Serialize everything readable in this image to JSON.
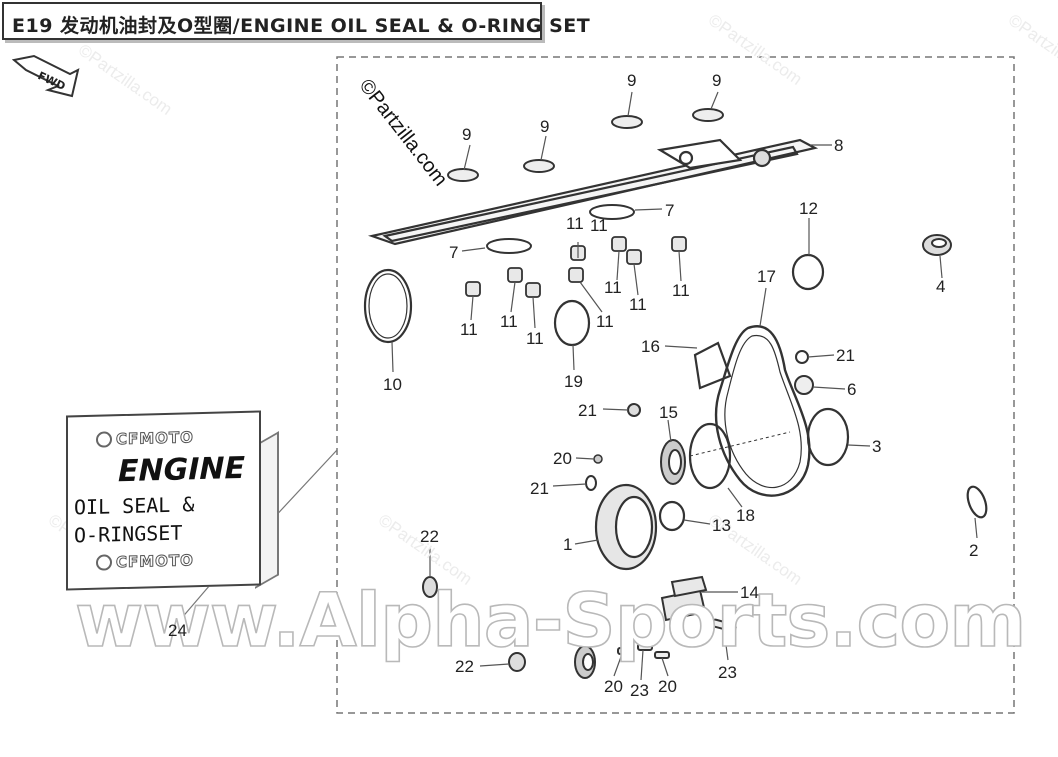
{
  "title": "E19 发动机油封及O型圈/ENGINE OIL SEAL & O-RING SET",
  "watermarks": {
    "big": "www.Alpha-Sports.com",
    "main": "©Partzilla.com",
    "small": "©Partzilla.com"
  },
  "fwd_label": "FWD",
  "sign": {
    "brand": "CFMOTO",
    "headline": "ENGINE",
    "line1": "OIL SEAL &",
    "line2": "O-RINGSET"
  },
  "callouts": [
    "9",
    "9",
    "9",
    "9",
    "8",
    "7",
    "7",
    "11",
    "11",
    "11",
    "11",
    "11",
    "11",
    "11",
    "11",
    "11",
    "12",
    "4",
    "17",
    "10",
    "19",
    "16",
    "21",
    "6",
    "21",
    "15",
    "3",
    "20",
    "21",
    "18",
    "13",
    "1",
    "2",
    "22",
    "14",
    "24",
    "22",
    "20",
    "23",
    "20",
    "23"
  ],
  "colors": {
    "line": "#3a3a3a",
    "fill_light": "#ededed",
    "watermark": "#b9b9b9"
  }
}
